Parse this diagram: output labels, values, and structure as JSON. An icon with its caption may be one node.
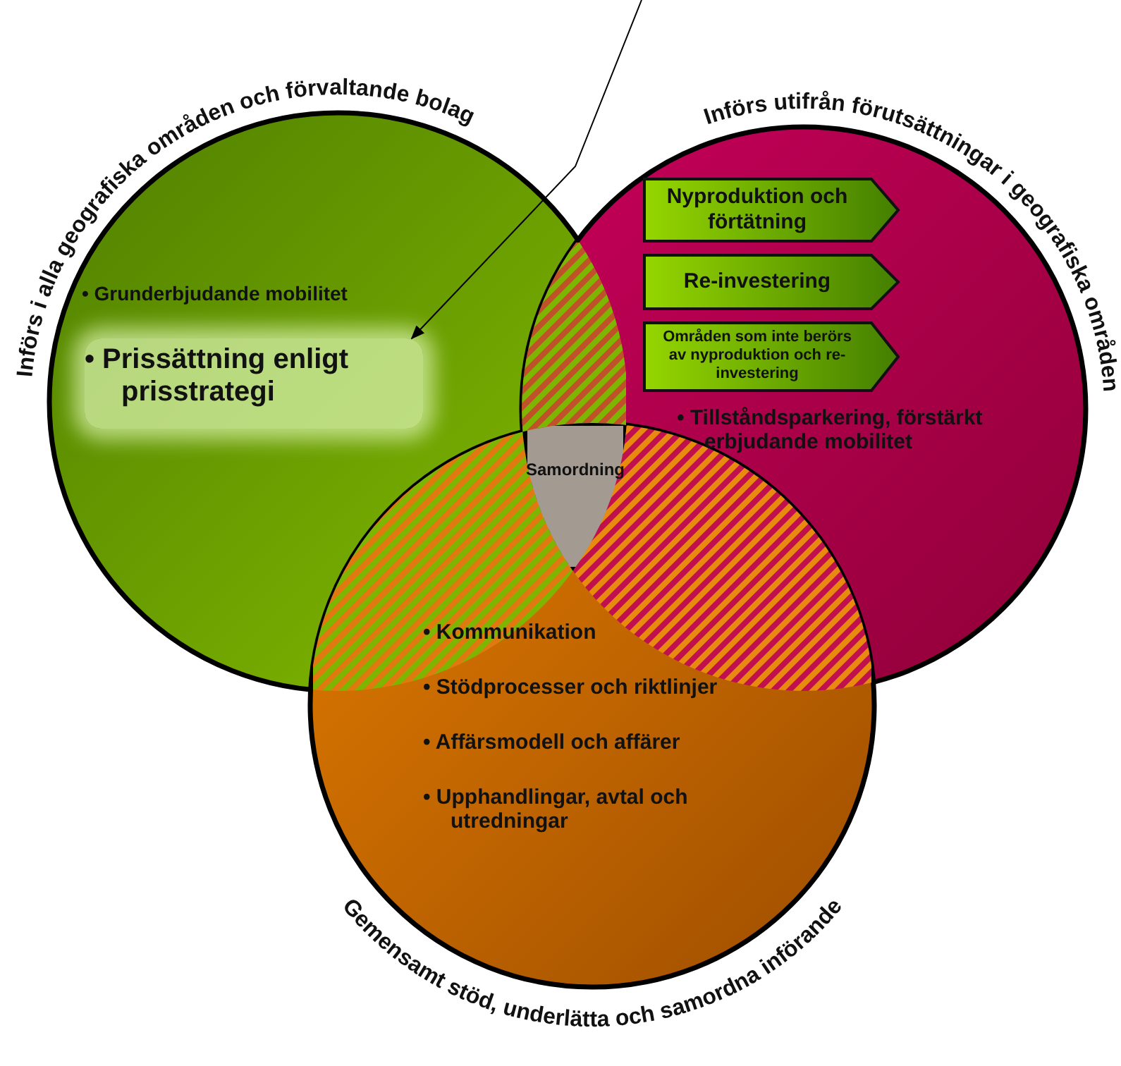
{
  "diagram": {
    "nodes": [
      {
        "text": [
          "Införs i alla geografiska områden och förvaltande bolag",
          "• Grunderbjudande mobilitet"
        ]
      },
      {
        "text": [
          "• Prissättning enligt prisstrategi"
        ],
        "in": 0
      },
      {
        "text": [
          "Införs utifrån förutsättningar i geografiska områden",
          "• Tillståndsparkering, förstärkt erbjudande mobilitet"
        ]
      },
      {
        "text": [
          "Nyproduktion och förtätning"
        ],
        "in": 2
      },
      {
        "text": [
          "Re-investering"
        ],
        "in": 2
      },
      {
        "text": [
          "Områden som inte berörs av nyproduktion och re-investering"
        ],
        "in": 2
      },
      {
        "text": [
          "Gemensamt stöd, underlätta och samordna införande",
          "• Kommunikation",
          "• Stödprocesser och riktlinjer",
          "• Affärsmodell och affärer",
          "• Upphandlingar, avtal och utredningar"
        ]
      },
      {
        "text": [
          "Samordning"
        ]
      }
    ],
    "edges": [
      {
        "from": null,
        "to": 1,
        "arrow": "to"
      }
    ]
  }
}
